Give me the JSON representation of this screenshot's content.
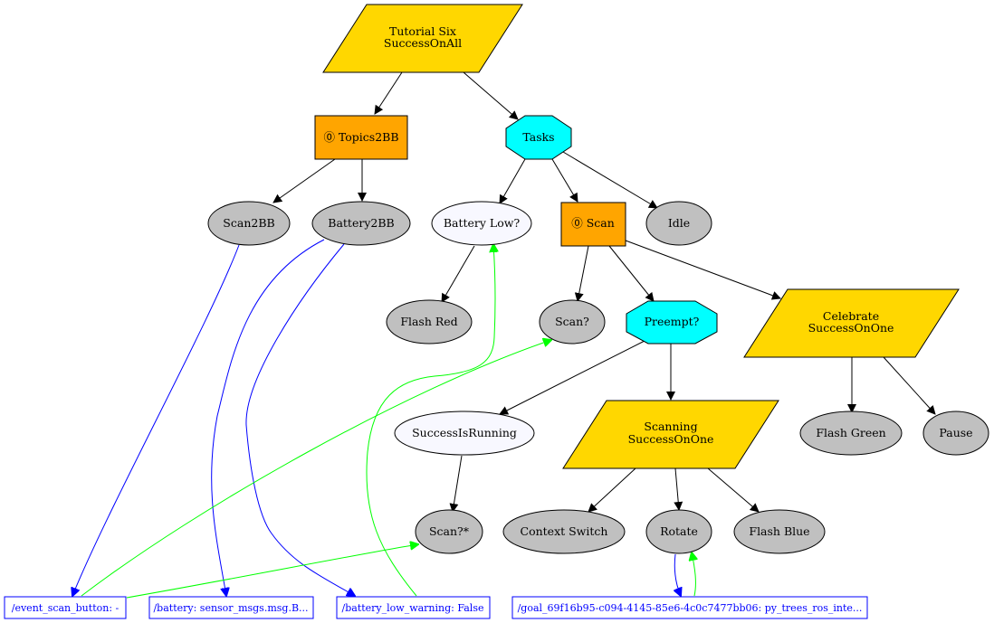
{
  "nodes": {
    "root": {
      "line1": "Tutorial Six",
      "line2": "SuccessOnAll"
    },
    "topics2bb": {
      "label": "⓪ Topics2BB"
    },
    "tasks": {
      "label": "Tasks"
    },
    "scan2bb": {
      "label": "Scan2BB"
    },
    "battery2bb": {
      "label": "Battery2BB"
    },
    "battery_low": {
      "label": "Battery Low?"
    },
    "scan": {
      "label": "⓪ Scan"
    },
    "idle": {
      "label": "Idle"
    },
    "flash_red": {
      "label": "Flash Red"
    },
    "scan_q": {
      "label": "Scan?"
    },
    "preempt": {
      "label": "Preempt?"
    },
    "celebrate": {
      "line1": "Celebrate",
      "line2": "SuccessOnOne"
    },
    "success_is_running": {
      "label": "SuccessIsRunning"
    },
    "scanning": {
      "line1": "Scanning",
      "line2": "SuccessOnOne"
    },
    "flash_green": {
      "label": "Flash Green"
    },
    "pause": {
      "label": "Pause"
    },
    "scan_q_star": {
      "label": "Scan?*"
    },
    "context_switch": {
      "label": "Context Switch"
    },
    "rotate": {
      "label": "Rotate"
    },
    "flash_blue": {
      "label": "Flash Blue"
    }
  },
  "blackboard": {
    "event_scan_button": "/event_scan_button: -",
    "battery": "/battery: sensor_msgs.msg.B...",
    "battery_low_warning": "/battery_low_warning: False",
    "goal": "/goal_69f16b95-c094-4145-85e6-4c0c7477bb06: py_trees_ros_inte..."
  },
  "colors": {
    "selector": "#00ffff",
    "sequence": "#ffa500",
    "parallel": "#ffd700",
    "behaviour": "#c0c0c0",
    "condition": "#f8f8ff",
    "write_edge": "#0000ff",
    "read_edge": "#00ff00"
  }
}
